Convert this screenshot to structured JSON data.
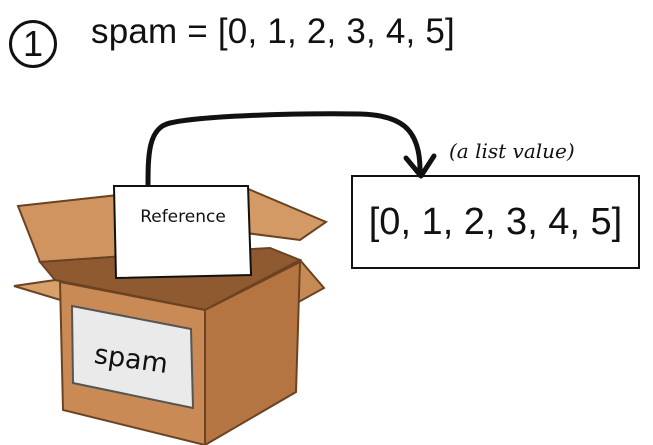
{
  "step": {
    "number": "1"
  },
  "code": {
    "line": "spam = [0, 1, 2, 3, 4, 5]"
  },
  "list_value": {
    "text": "[0, 1, 2, 3, 4, 5]",
    "annotation": "(a list value)"
  },
  "box": {
    "reference_label": "Reference",
    "variable_label": "spam"
  },
  "colors": {
    "box_front": "#c98a55",
    "box_side": "#b57543",
    "box_inside": "#8f5a30",
    "flap": "#d49a66",
    "ink": "#111111"
  },
  "icons": {
    "arrow": "curved-arrow-icon",
    "box": "cardboard-box-icon"
  }
}
